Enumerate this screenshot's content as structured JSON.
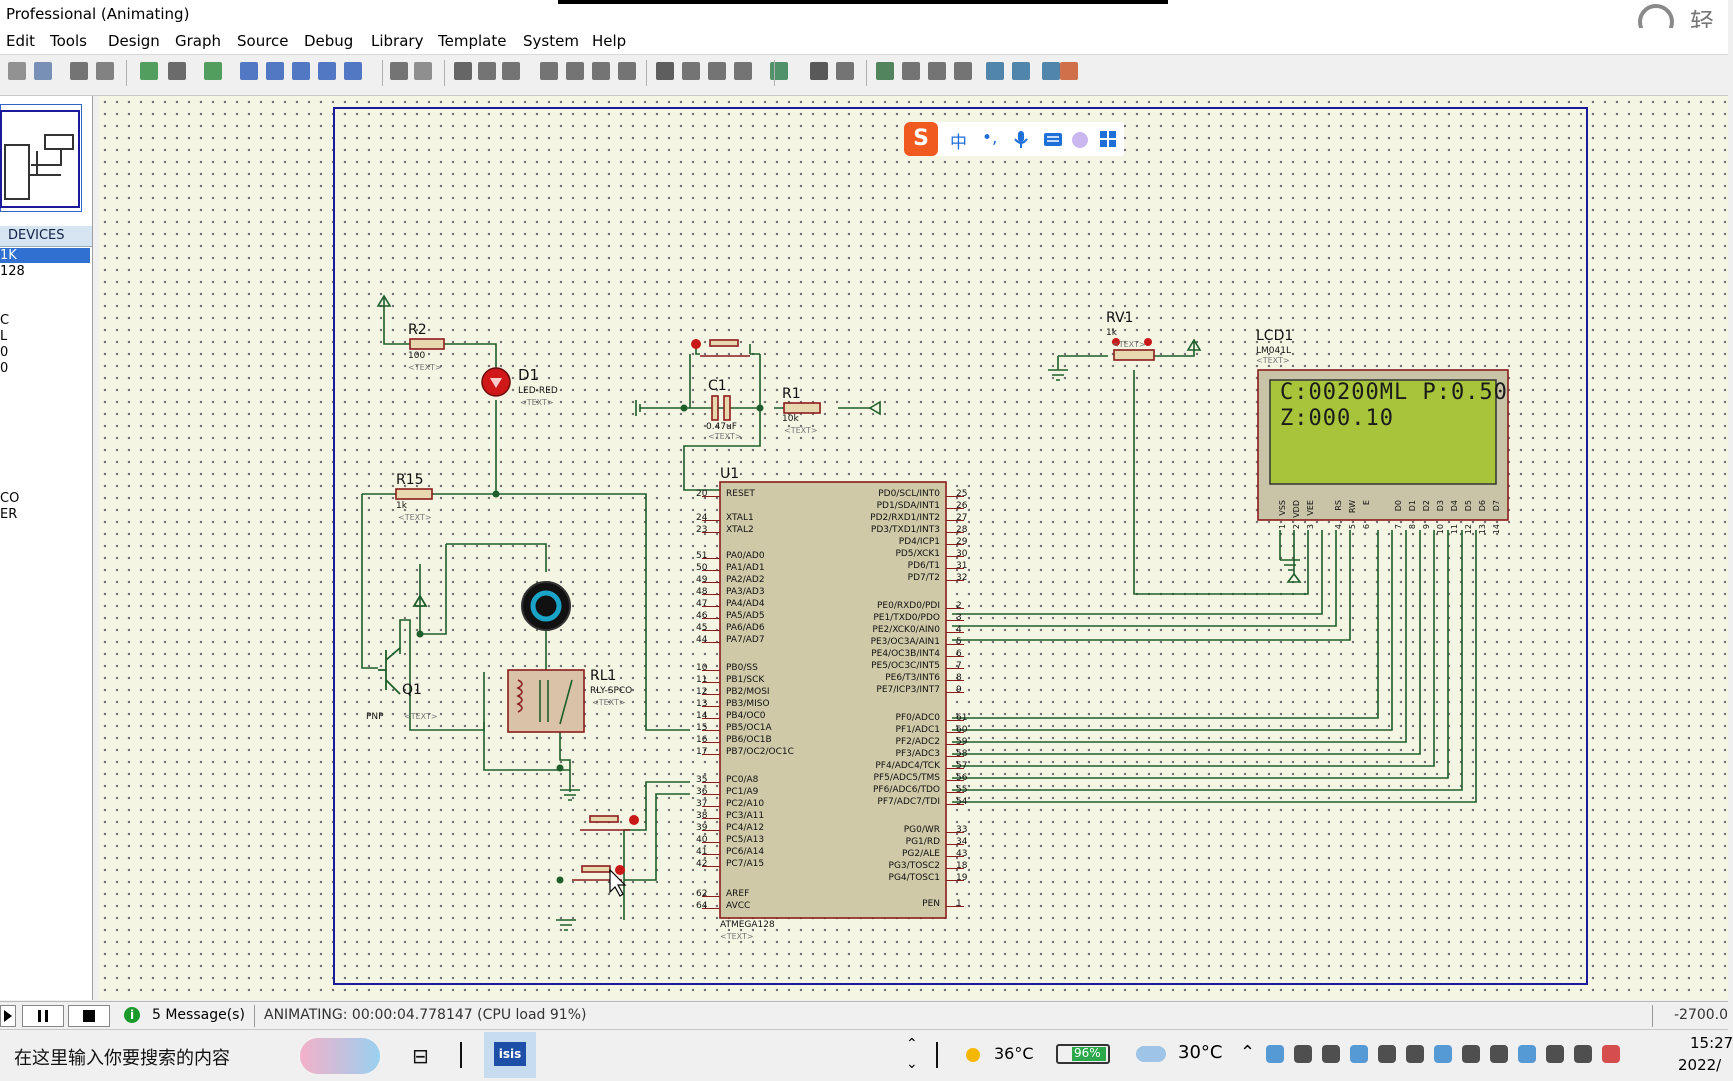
{
  "window": {
    "title": "Professional (Animating)",
    "brand_glyph": "轻"
  },
  "menu": [
    "Edit",
    "Tools",
    "Design",
    "Graph",
    "Source",
    "Debug",
    "Library",
    "Template",
    "System",
    "Help"
  ],
  "toolbar_icons": [
    "open-icon",
    "import-icon",
    "print-icon",
    "print-area-icon",
    "refresh-icon",
    "grid-icon",
    "origin-icon",
    "pan-icon",
    "zoom-in-icon",
    "zoom-out-icon",
    "zoom-all-icon",
    "zoom-area-icon",
    "undo-icon",
    "redo-icon",
    "cut-icon",
    "copy-icon",
    "paste-icon",
    "block-copy-icon",
    "block-move-icon",
    "block-rotate-icon",
    "block-delete-icon",
    "pick-device-icon",
    "make-device-icon",
    "package-tool-icon",
    "decompose-icon",
    "wire-autoroute-icon",
    "search-icon",
    "property-tool-icon",
    "design-explorer-icon",
    "new-sheet-icon",
    "remove-sheet-icon",
    "exit-to-parent-icon",
    "bill-of-materials-icon",
    "electrical-rules-icon",
    "netlist-icon",
    "ares-icon"
  ],
  "devices": {
    "header": "DEVICES",
    "items": [
      "1K",
      "128",
      "",
      "",
      "C",
      "L",
      "0",
      "0",
      "",
      "",
      "",
      "",
      "",
      "",
      "",
      "CO",
      "ER"
    ]
  },
  "ime": {
    "logo": "S",
    "lang": "中",
    "punct": "•,"
  },
  "schematic": {
    "R2": {
      "ref": "R2",
      "value": "100",
      "text": "<TEXT>"
    },
    "D1": {
      "ref": "D1",
      "value": "LED-RED",
      "text": "<TEXT>"
    },
    "R15": {
      "ref": "R15",
      "value": "1k",
      "text": "<TEXT>"
    },
    "Q1": {
      "ref": "Q1",
      "value": "PNP",
      "text": "<TEXT>"
    },
    "RL1": {
      "ref": "RL1",
      "value": "RLY-SPCO",
      "text": "<TEXT>"
    },
    "C1": {
      "ref": "C1",
      "value": "0.47uF",
      "text": "<TEXT>"
    },
    "R1": {
      "ref": "R1",
      "value": "10k",
      "text": "<TEXT>"
    },
    "RV1": {
      "ref": "RV1",
      "value": "1k",
      "text": "<TEXT>"
    },
    "LCD1": {
      "ref": "LCD1",
      "value": "LM041L",
      "text": "<TEXT>",
      "line1": "C:00200ML P:0.50",
      "line2": "Z:000.10",
      "pins": [
        "VSS",
        "VDD",
        "VEE",
        "RS",
        "RW",
        "E",
        "D0",
        "D1",
        "D2",
        "D3",
        "D4",
        "D5",
        "D6",
        "D7"
      ],
      "pin_numbers": [
        "1",
        "2",
        "3",
        "4",
        "5",
        "6",
        "7",
        "8",
        "9",
        "10",
        "11",
        "12",
        "13",
        "14"
      ]
    },
    "U1": {
      "ref": "U1",
      "value": "ATMEGA128",
      "text": "<TEXT>",
      "left_pins": [
        {
          "n": "20",
          "name": "RESET"
        },
        {
          "n": "24",
          "name": "XTAL1"
        },
        {
          "n": "23",
          "name": "XTAL2"
        },
        {
          "n": "51",
          "name": "PA0/AD0"
        },
        {
          "n": "50",
          "name": "PA1/AD1"
        },
        {
          "n": "49",
          "name": "PA2/AD2"
        },
        {
          "n": "48",
          "name": "PA3/AD3"
        },
        {
          "n": "47",
          "name": "PA4/AD4"
        },
        {
          "n": "46",
          "name": "PA5/AD5"
        },
        {
          "n": "45",
          "name": "PA6/AD6"
        },
        {
          "n": "44",
          "name": "PA7/AD7"
        },
        {
          "n": "10",
          "name": "PB0/SS"
        },
        {
          "n": "11",
          "name": "PB1/SCK"
        },
        {
          "n": "12",
          "name": "PB2/MOSI"
        },
        {
          "n": "13",
          "name": "PB3/MISO"
        },
        {
          "n": "14",
          "name": "PB4/OC0"
        },
        {
          "n": "15",
          "name": "PB5/OC1A"
        },
        {
          "n": "16",
          "name": "PB6/OC1B"
        },
        {
          "n": "17",
          "name": "PB7/OC2/OC1C"
        },
        {
          "n": "35",
          "name": "PC0/A8"
        },
        {
          "n": "36",
          "name": "PC1/A9"
        },
        {
          "n": "37",
          "name": "PC2/A10"
        },
        {
          "n": "38",
          "name": "PC3/A11"
        },
        {
          "n": "39",
          "name": "PC4/A12"
        },
        {
          "n": "40",
          "name": "PC5/A13"
        },
        {
          "n": "41",
          "name": "PC6/A14"
        },
        {
          "n": "42",
          "name": "PC7/A15"
        },
        {
          "n": "62",
          "name": "AREF"
        },
        {
          "n": "64",
          "name": "AVCC"
        }
      ],
      "right_pins": [
        {
          "n": "25",
          "name": "PD0/SCL/INT0"
        },
        {
          "n": "26",
          "name": "PD1/SDA/INT1"
        },
        {
          "n": "27",
          "name": "PD2/RXD1/INT2"
        },
        {
          "n": "28",
          "name": "PD3/TXD1/INT3"
        },
        {
          "n": "29",
          "name": "PD4/ICP1"
        },
        {
          "n": "30",
          "name": "PD5/XCK1"
        },
        {
          "n": "31",
          "name": "PD6/T1"
        },
        {
          "n": "32",
          "name": "PD7/T2"
        },
        {
          "n": "2",
          "name": "PE0/RXD0/PDI"
        },
        {
          "n": "3",
          "name": "PE1/TXD0/PDO"
        },
        {
          "n": "4",
          "name": "PE2/XCK0/AIN0"
        },
        {
          "n": "5",
          "name": "PE3/OC3A/AIN1"
        },
        {
          "n": "6",
          "name": "PE4/OC3B/INT4"
        },
        {
          "n": "7",
          "name": "PE5/OC3C/INT5"
        },
        {
          "n": "8",
          "name": "PE6/T3/INT6"
        },
        {
          "n": "9",
          "name": "PE7/ICP3/INT7"
        },
        {
          "n": "61",
          "name": "PF0/ADC0"
        },
        {
          "n": "60",
          "name": "PF1/ADC1"
        },
        {
          "n": "59",
          "name": "PF2/ADC2"
        },
        {
          "n": "58",
          "name": "PF3/ADC3"
        },
        {
          "n": "57",
          "name": "PF4/ADC4/TCK"
        },
        {
          "n": "56",
          "name": "PF5/ADC5/TMS"
        },
        {
          "n": "55",
          "name": "PF6/ADC6/TDO"
        },
        {
          "n": "54",
          "name": "PF7/ADC7/TDI"
        },
        {
          "n": "33",
          "name": "PG0/WR"
        },
        {
          "n": "34",
          "name": "PG1/RD"
        },
        {
          "n": "43",
          "name": "PG2/ALE"
        },
        {
          "n": "18",
          "name": "PG3/TOSC2"
        },
        {
          "n": "19",
          "name": "PG4/TOSC1"
        },
        {
          "n": "1",
          "name": "PEN"
        }
      ]
    }
  },
  "status": {
    "messages": "5 Message(s)",
    "animating": "ANIMATING: 00:00:04.778147 (CPU load 91%)",
    "coord": "-2700.0"
  },
  "taskbar": {
    "search_placeholder": "在这里输入你要搜索的内容",
    "weather1": "36°C",
    "battery": "96%",
    "weather2": "30°C",
    "time": "15:27",
    "date": "2022/"
  }
}
